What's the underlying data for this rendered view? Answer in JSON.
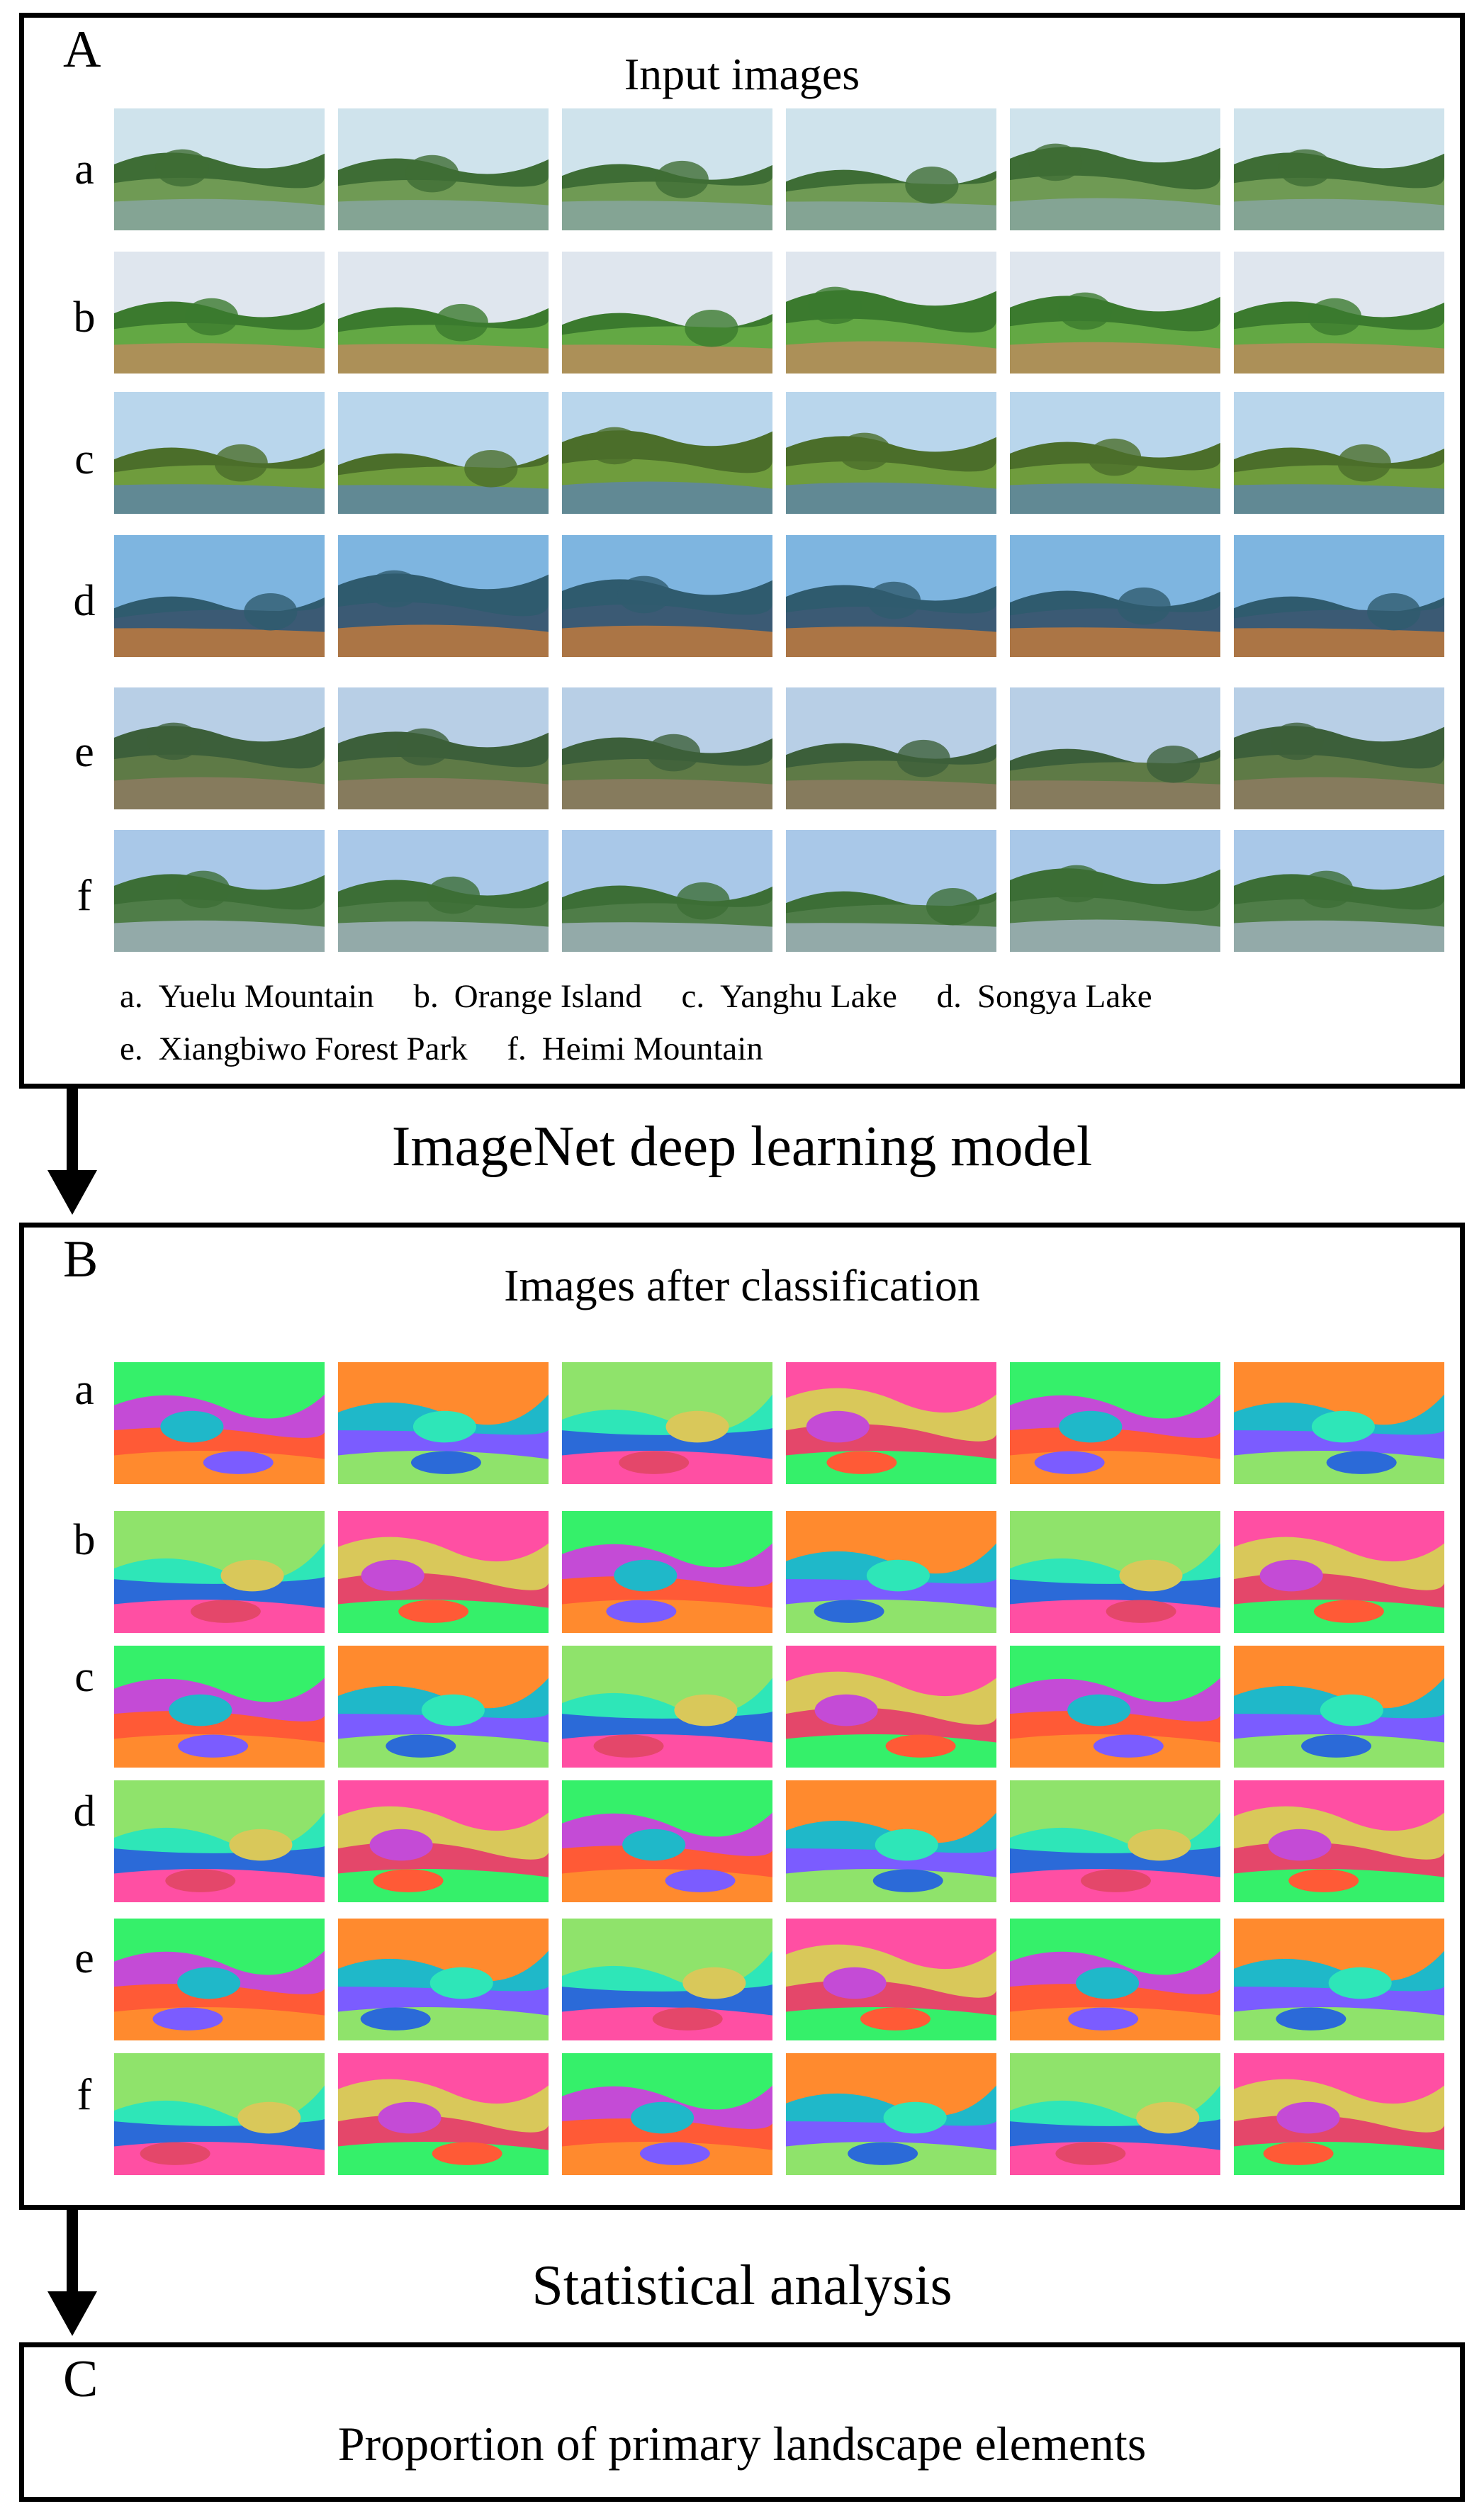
{
  "panels": {
    "a": {
      "letter": "A",
      "title": "Input images",
      "row_labels": [
        "a",
        "b",
        "c",
        "d",
        "e",
        "f"
      ],
      "legend": [
        {
          "key": "a.",
          "name": "Yuelu Mountain"
        },
        {
          "key": "b.",
          "name": "Orange Island"
        },
        {
          "key": "c.",
          "name": "Yanghu Lake"
        },
        {
          "key": "d.",
          "name": "Songya Lake"
        },
        {
          "key": "e.",
          "name": "Xiangbiwo Forest Park"
        },
        {
          "key": "f.",
          "name": "Heimi Mountain"
        }
      ]
    },
    "b": {
      "letter": "B",
      "title": "Images after classification",
      "row_labels": [
        "a",
        "b",
        "c",
        "d",
        "e",
        "f"
      ]
    },
    "c": {
      "letter": "C",
      "title": "Proportion of primary landscape elements"
    }
  },
  "steps": {
    "model": "ImageNet deep learning model",
    "analysis": "Statistical analysis"
  },
  "photo_palettes": [
    [
      "#cfe3ec",
      "#6f9a54",
      "#88a6a0",
      "#3e6d35"
    ],
    [
      "#dfe6ee",
      "#63a844",
      "#b98c5c",
      "#3b7a2e"
    ],
    [
      "#b9d6ec",
      "#6f9c3d",
      "#5f86a3",
      "#4b6e2a"
    ],
    [
      "#7eb5e0",
      "#3b5a74",
      "#c07a3d",
      "#2f5b6e"
    ],
    [
      "#b8cfe6",
      "#5e7a46",
      "#8d7b62",
      "#3c5f3a"
    ],
    [
      "#a9c8e8",
      "#4f7d48",
      "#9fb2bb",
      "#3c6e36"
    ]
  ],
  "segment_colors": [
    "#ff4fa3",
    "#ff5a36",
    "#2ee6b8",
    "#35f06a",
    "#7b5cff",
    "#d9c85a",
    "#ff8a2e",
    "#2b6ad8",
    "#c44bd6",
    "#8fe36b",
    "#e4476a",
    "#1fb8c9"
  ]
}
